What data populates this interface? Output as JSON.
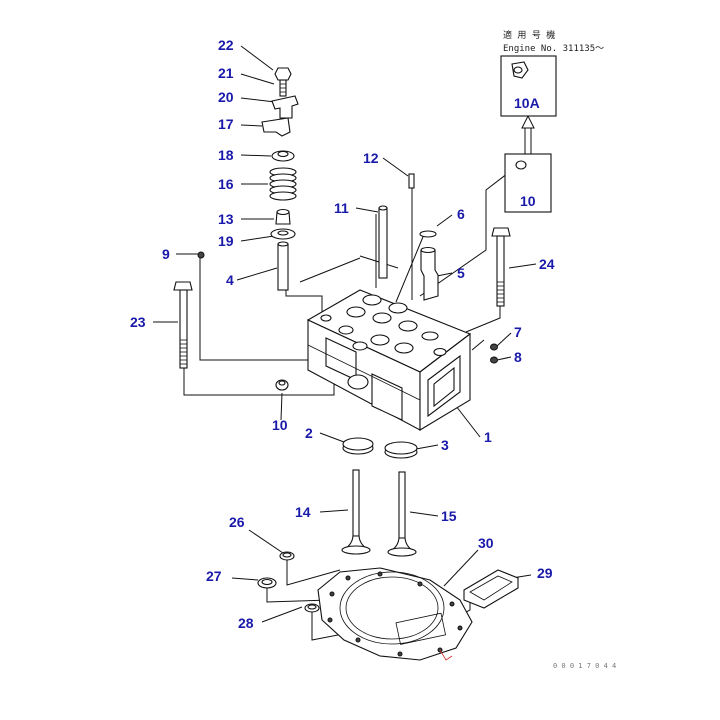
{
  "colors": {
    "label": "#1a1aaa",
    "line": "#111111"
  },
  "parts": [
    {
      "id": "p22",
      "text": "22"
    },
    {
      "id": "p21",
      "text": "21"
    },
    {
      "id": "p20",
      "text": "20"
    },
    {
      "id": "p17",
      "text": "17"
    },
    {
      "id": "p18",
      "text": "18"
    },
    {
      "id": "p16",
      "text": "16"
    },
    {
      "id": "p13",
      "text": "13"
    },
    {
      "id": "p19",
      "text": "19"
    },
    {
      "id": "p4",
      "text": "4"
    },
    {
      "id": "p9",
      "text": "9"
    },
    {
      "id": "p23",
      "text": "23"
    },
    {
      "id": "p12",
      "text": "12"
    },
    {
      "id": "p11",
      "text": "11"
    },
    {
      "id": "p6",
      "text": "6"
    },
    {
      "id": "p5",
      "text": "5"
    },
    {
      "id": "p24",
      "text": "24"
    },
    {
      "id": "p7",
      "text": "7"
    },
    {
      "id": "p8",
      "text": "8"
    },
    {
      "id": "p10a",
      "text": "10"
    },
    {
      "id": "p2",
      "text": "2"
    },
    {
      "id": "p3",
      "text": "3"
    },
    {
      "id": "p1",
      "text": "1"
    },
    {
      "id": "p14",
      "text": "14"
    },
    {
      "id": "p15",
      "text": "15"
    },
    {
      "id": "p26",
      "text": "26"
    },
    {
      "id": "p27",
      "text": "27"
    },
    {
      "id": "p28",
      "text": "28"
    },
    {
      "id": "p30",
      "text": "30"
    },
    {
      "id": "p29",
      "text": "29"
    },
    {
      "id": "p10b",
      "text": "10"
    },
    {
      "id": "p10A",
      "text": "10A"
    }
  ],
  "applicability": {
    "line1": "適 用 号 機",
    "line2": "Engine No. 311135～"
  },
  "drawing_code": "0 0 0 1 7 0 4 4"
}
